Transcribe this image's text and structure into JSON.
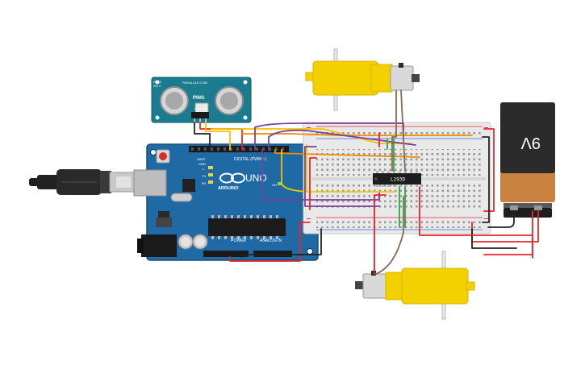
{
  "sensor": {
    "brand": "PARALLAX.COM",
    "model_line1": "28015",
    "model_line2": "Rev C",
    "name": "PING",
    "pin_gnd": "GND",
    "pin_5v": "5V",
    "pin_sig": "SIG"
  },
  "arduino": {
    "logo_text": "UNO",
    "brand_text": "ARDUINO",
    "digital_label": "DIGITAL (PWM ~)",
    "power_label": "POWER",
    "analog_label": "ANALOG IN",
    "aref_label": "AREF",
    "gnd_label": "GND",
    "l_label": "L",
    "tx_label": "TX",
    "rx_label": "RX",
    "on_label": "ON"
  },
  "driver_chip": {
    "label": "L293D"
  },
  "battery": {
    "label": "9V"
  },
  "colors": {
    "arduino_board": "#1f6aa5",
    "breadboard": "#e9e9e9",
    "motor_yellow": "#f3d100",
    "wire_red": "#e8262b",
    "wire_black": "#222222",
    "wire_yellow": "#f2c300",
    "wire_orange": "#f08a00",
    "wire_purple": "#7a3fa0",
    "wire_green": "#29a847",
    "battery_copper": "#c98240",
    "battery_black": "#2b2b2b"
  }
}
